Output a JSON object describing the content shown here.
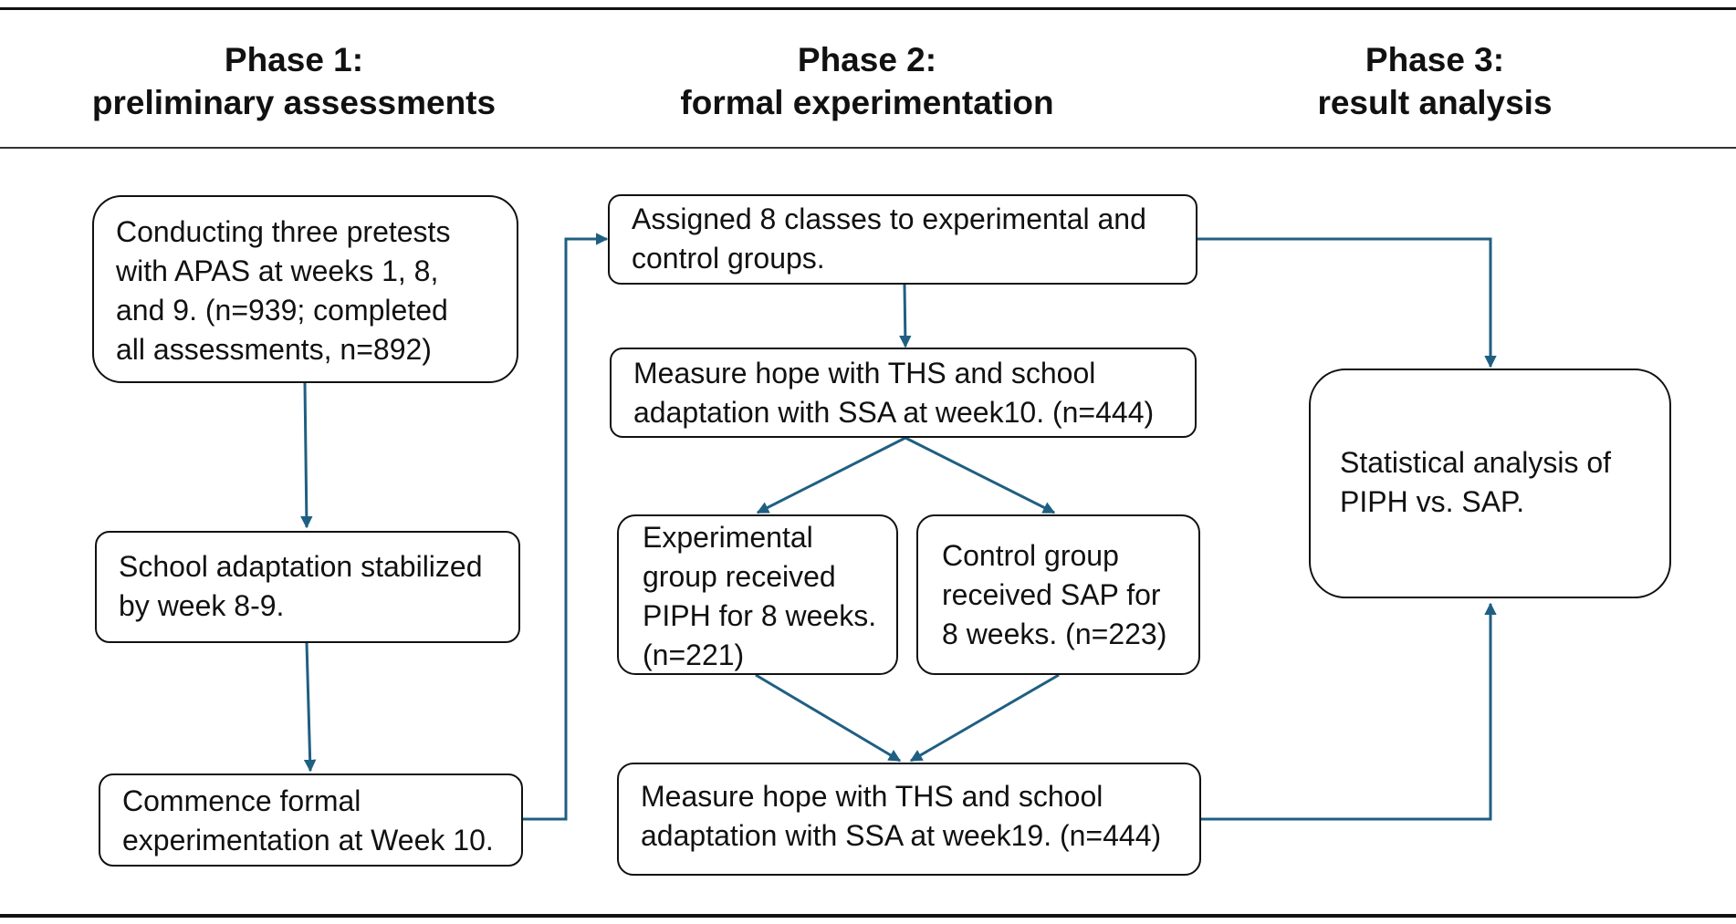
{
  "phases": [
    {
      "line1": "Phase 1:",
      "line2": "preliminary assessments"
    },
    {
      "line1": "Phase 2:",
      "line2": "formal experimentation"
    },
    {
      "line1": "Phase 3:",
      "line2": "result analysis"
    }
  ],
  "boxes": {
    "pretests": [
      "Conducting three pretests",
      "with APAS at weeks 1, 8,",
      "and 9. (n=939; completed",
      "all assessments, n=892)"
    ],
    "stabilized": [
      "School adaptation stabilized",
      "by week 8-9."
    ],
    "commence": [
      "Commence formal",
      "experimentation at Week 10."
    ],
    "assigned": [
      "Assigned 8 classes to experimental and",
      "control groups."
    ],
    "measure10": [
      "Measure hope with THS and school",
      "adaptation with SSA at week10. (n=444)"
    ],
    "experimental": [
      "Experimental",
      "group received",
      "PIPH for 8 weeks.",
      "(n=221)"
    ],
    "control": [
      "Control group",
      "received SAP for",
      "8 weeks. (n=223)"
    ],
    "measure19": [
      "Measure hope with THS and school",
      "adaptation with SSA at week19. (n=444)"
    ],
    "analysis": [
      "Statistical analysis of",
      "PIPH vs. SAP."
    ]
  },
  "colors": {
    "arrow": "#1f5f82",
    "border": "#111111",
    "rule": "#111111"
  }
}
